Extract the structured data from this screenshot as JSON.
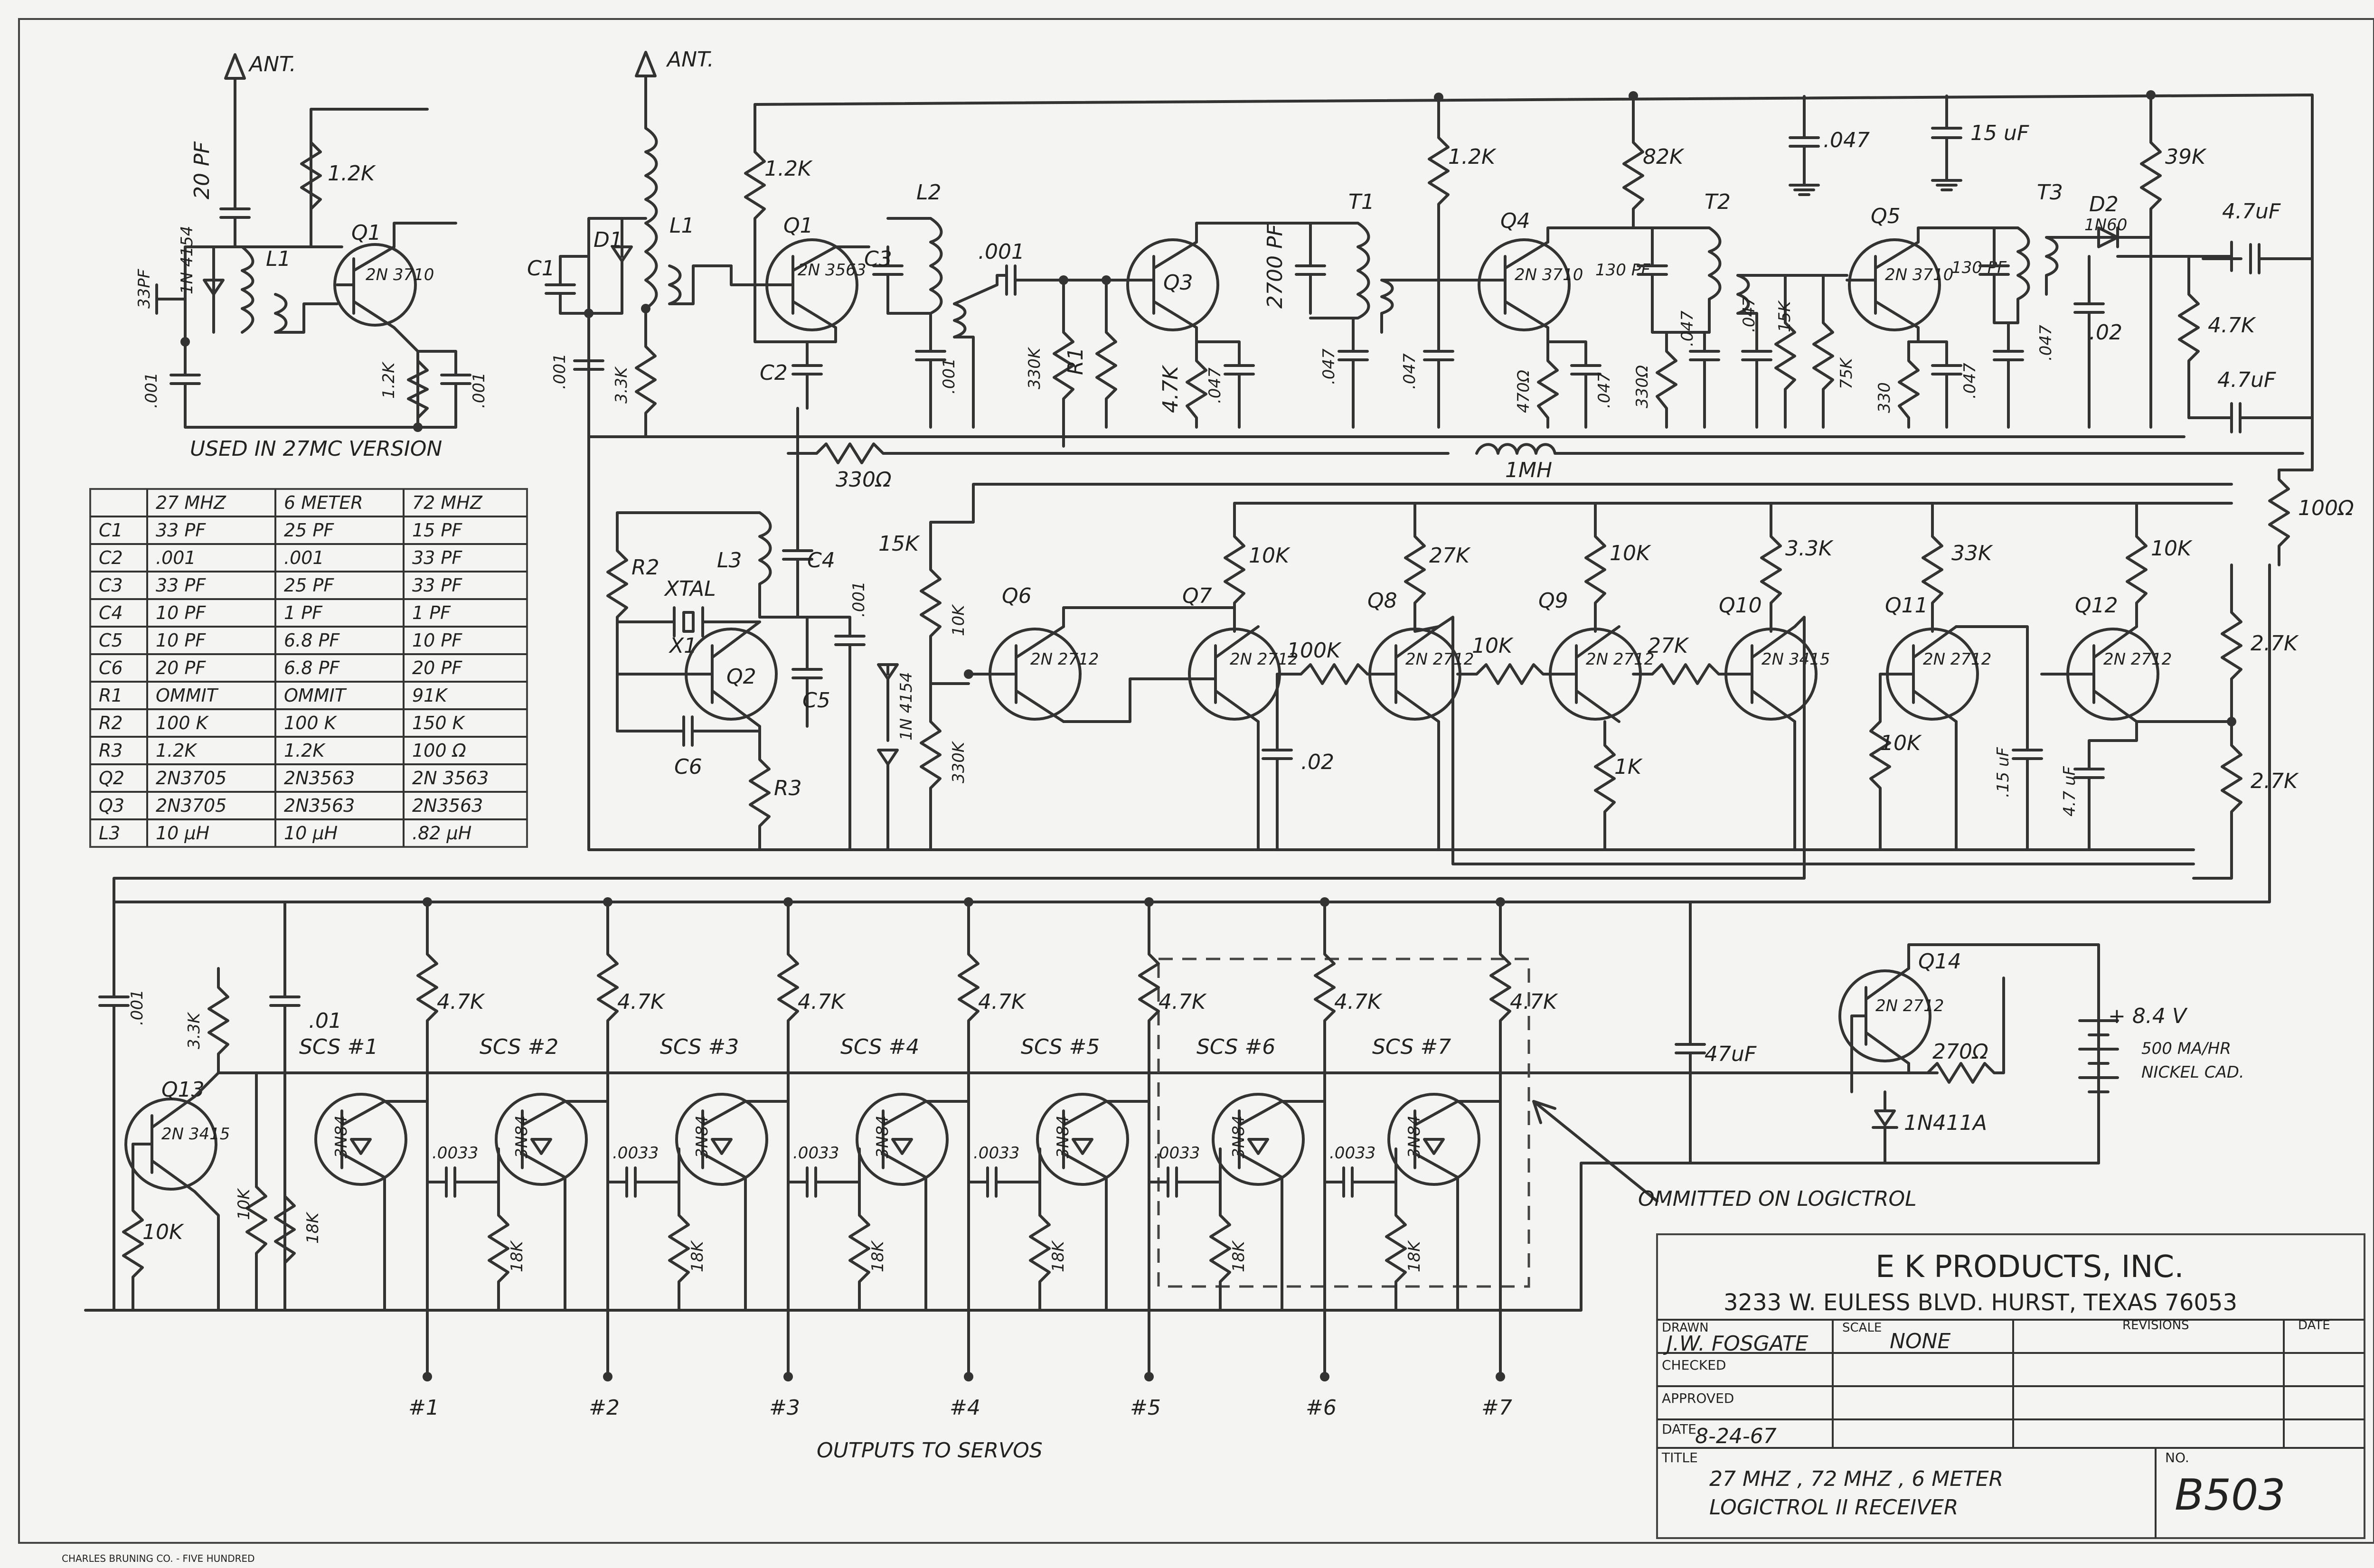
{
  "title_block": {
    "company": "E K PRODUCTS, INC.",
    "address": "3233 W. EULESS BLVD.   HURST, TEXAS  76053",
    "drawn_label": "DRAWN",
    "drawn_value": "J.W. FOSGATE",
    "scale_label": "SCALE",
    "scale_value": "NONE",
    "revisions_label": "REVISIONS",
    "date_col_label": "DATE",
    "checked_label": "CHECKED",
    "approved_label": "APPROVED",
    "date_label": "DATE",
    "date_value": "8-24-67",
    "title_label": "TITLE",
    "title_line1": "27 MHZ , 72 MHZ , 6 METER",
    "title_line2": "LOGICTROL  II  RECEIVER",
    "no_label": "NO.",
    "no_value": "B503"
  },
  "footer_text": "CHARLES BRUNING CO. - FIVE HUNDRED",
  "notes": {
    "used_in_27mc": "USED  IN  27MC  VERSION",
    "outputs_to_servos": "OUTPUTS  TO  SERVOS",
    "ommitted": "OMMITTED    ON  LOGICTROL"
  },
  "parts_table": {
    "headers": [
      "",
      "27 MHZ",
      "6 METER",
      "72 MHZ"
    ],
    "rows": [
      [
        "C1",
        "33 PF",
        "25 PF",
        "15 PF"
      ],
      [
        "C2",
        ".001",
        ".001",
        "33 PF"
      ],
      [
        "C3",
        "33 PF",
        "25 PF",
        "33 PF"
      ],
      [
        "C4",
        "10 PF",
        "1 PF",
        "1 PF"
      ],
      [
        "C5",
        "10 PF",
        "6.8 PF",
        "10 PF"
      ],
      [
        "C6",
        "20 PF",
        "6.8 PF",
        "20 PF"
      ],
      [
        "R1",
        "OMMIT",
        "OMMIT",
        "91K"
      ],
      [
        "R2",
        "100 K",
        "100 K",
        "150 K"
      ],
      [
        "R3",
        "1.2K",
        "1.2K",
        "100 Ω"
      ],
      [
        "Q2",
        "2N3705",
        "2N3563",
        "2N 3563"
      ],
      [
        "Q3",
        "2N3705",
        "2N3563",
        "2N3563"
      ],
      [
        "L3",
        "10 μH",
        "10 μH",
        ".82 μH"
      ]
    ]
  },
  "inset": {
    "ant": "ANT.",
    "q1": "Q1",
    "q1_type": "2N 3710",
    "l1": "L1",
    "c20": "20 PF",
    "c33": "33PF",
    "diode": "1N 4154",
    "r12": "1.2K",
    "r12b": "1.2K",
    "c001a": ".001",
    "c001b": ".001"
  },
  "rf": {
    "ant": "ANT.",
    "c1": "C1",
    "d1": "D1",
    "l1": "L1",
    "c001": ".001",
    "r33k": "3.3K",
    "r12k": "1.2K",
    "q1": "Q1",
    "q1_type": "2N 3563",
    "c3": "C3",
    "l2": "L2",
    "c2": "C2",
    "c001b": ".001",
    "c001c": ".001",
    "r330k": "330K",
    "r1": "R1",
    "q3": "Q3",
    "r47k": "4.7K",
    "c047a": ".047",
    "c2700": "2700 PF",
    "t1": "T1",
    "c047b": ".047",
    "c047c": ".047",
    "r12k_b": "1.2K",
    "q4": "Q4",
    "q4_type": "2N 3710",
    "c130a": "130 PF",
    "r470": "470Ω",
    "c047d": ".047",
    "r82k": "82K",
    "t2": "T2",
    "r330": "330Ω",
    "c047e": ".047",
    "c047f": ".047",
    "r15k": "15K",
    "r75k": "75K",
    "c047top": ".047",
    "c15uf_top": "15 uF",
    "q5": "Q5",
    "q5_type": "2N 3710",
    "c130b": "130 PF",
    "r330b": "330",
    "c047g": ".047",
    "t3": "T3",
    "c047h": ".047",
    "r39k": "39K",
    "d2": "D2",
    "d2_type": "1N60",
    "c47uf_a": "4.7uF",
    "c02": ".02",
    "r47k_b": "4.7K",
    "c47uf_b": "4.7uF",
    "r100": "100Ω",
    "l1mh": "1MH",
    "r330c": "330Ω"
  },
  "osc": {
    "r2": "R2",
    "xtal": "XTAL",
    "x1": "X1",
    "l3": "L3",
    "c4": "C4",
    "q2": "Q2",
    "c5": "C5",
    "c6": "C6",
    "r3": "R3",
    "c001": ".001",
    "r15k": "15K",
    "r10k": "10K",
    "diode": "1N 4154",
    "r330k": "330K"
  },
  "decoder": {
    "q6": "Q6",
    "q6_type": "2N 2712",
    "q7": "Q7",
    "q7_type": "2N 2712",
    "q7_r": "10K",
    "r100k": "100K",
    "c02": ".02",
    "q8": "Q8",
    "q8_type": "2N 2712",
    "q8_r": "27K",
    "r10k": "10K",
    "q9": "Q9",
    "q9_type": "2N 2712",
    "q9_r": "10K",
    "r1k": "1K",
    "r27k": "27K",
    "q10": "Q10",
    "q10_type": "2N 3415",
    "q10_r": "3.3K",
    "q11": "Q11",
    "q11_type": "2N 2712",
    "q11_r": "33K",
    "r10k_b": "10K",
    "c15uf": ".15 uF",
    "q12": "Q12",
    "q12_type": "2N 2712",
    "q12_r": "10K",
    "c47uf": "4.7 uF",
    "r27k_a": "2.7K",
    "r27k_b": "2.7K"
  },
  "power": {
    "q14": "Q14",
    "q14_type": "2N 2712",
    "r270": "270Ω",
    "zener": "1N411A",
    "batt_v": "+ 8.4 V",
    "batt_desc1": "500 MA/HR",
    "batt_desc2": "NICKEL CAD.",
    "c47uf": "47uF"
  },
  "outputs": {
    "q13": "Q13",
    "q13_type": "2N 3415",
    "c001": ".001",
    "c01": ".01",
    "r33k": "3.3K",
    "r10k": "10K",
    "r10k_b": "10K",
    "r18k": "18K",
    "channels": [
      {
        "scs": "SCS #1",
        "type": "3N84",
        "r": "4.7K",
        "c": ".0033",
        "rb": "18K",
        "out": "#1"
      },
      {
        "scs": "SCS #2",
        "type": "3N84",
        "r": "4.7K",
        "c": ".0033",
        "rb": "18K",
        "out": "#2"
      },
      {
        "scs": "SCS #3",
        "type": "3N84",
        "r": "4.7K",
        "c": ".0033",
        "rb": "18K",
        "out": "#3"
      },
      {
        "scs": "SCS #4",
        "type": "3N84",
        "r": "4.7K",
        "c": ".0033",
        "rb": "18K",
        "out": "#4"
      },
      {
        "scs": "SCS #5",
        "type": "3N84",
        "r": "4.7K",
        "c": ".0033",
        "rb": "18K",
        "out": "#5"
      },
      {
        "scs": "SCS #6",
        "type": "3N84",
        "r": "4.7K",
        "c": ".0033",
        "rb": "18K",
        "out": "#6"
      },
      {
        "scs": "SCS #7",
        "type": "3N84",
        "r": "4.7K",
        "c": "",
        "rb": "",
        "out": "#7"
      }
    ]
  }
}
